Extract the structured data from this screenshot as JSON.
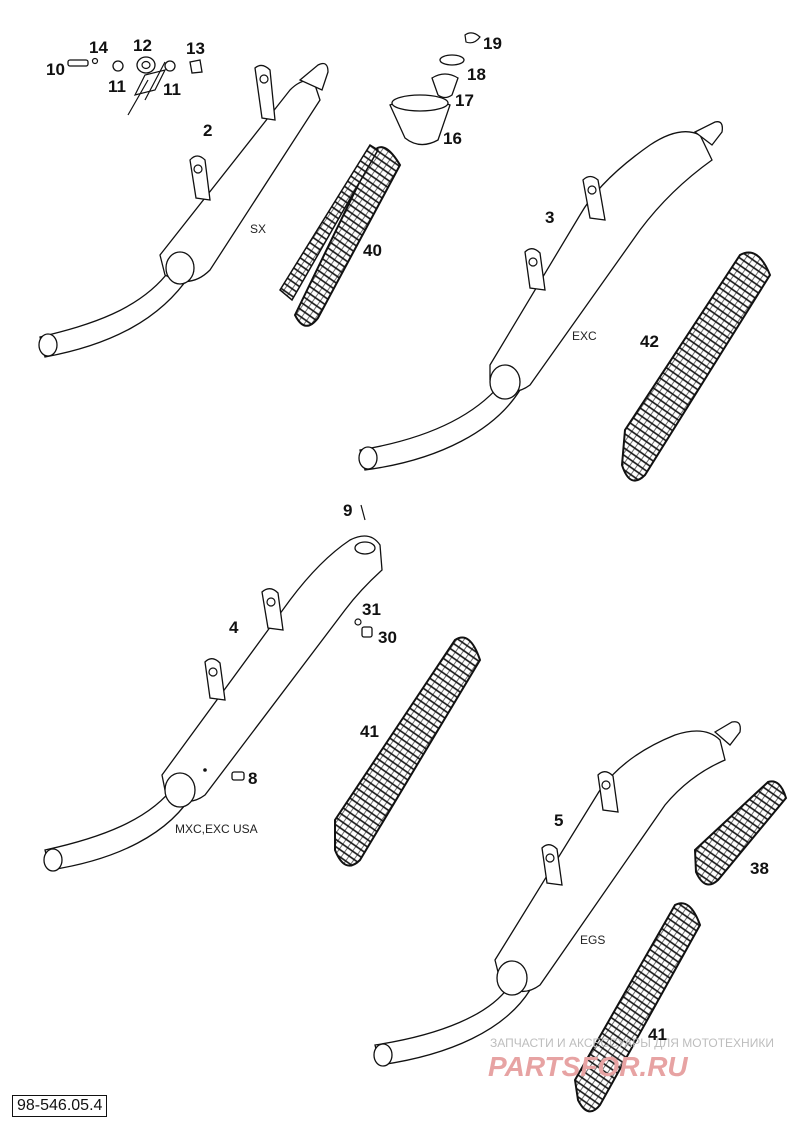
{
  "document_id": "98-546.05.4",
  "watermark": {
    "line1": "ЗАПЧАСТИ И АКСЕССУАРЫ ДЛЯ МОТОТЕХНИКИ",
    "line2": "PARTSFOR.RU"
  },
  "mufflers": [
    {
      "ref": "2",
      "variant": "SX"
    },
    {
      "ref": "3",
      "variant": "EXC"
    },
    {
      "ref": "4",
      "variant": "MXC,EXC USA"
    },
    {
      "ref": "5",
      "variant": "EGS"
    }
  ],
  "packings": [
    {
      "ref": "40"
    },
    {
      "ref": "42"
    },
    {
      "ref": "41"
    },
    {
      "ref": "38"
    },
    {
      "ref": "41"
    }
  ],
  "small_parts": {
    "p10": "10",
    "p14": "14",
    "p12": "12",
    "p13": "13",
    "p11a": "11",
    "p11b": "11",
    "p19": "19",
    "p18": "18",
    "p17": "17",
    "p16": "16",
    "p9": "9",
    "p31": "31",
    "p30": "30",
    "p8": "8"
  }
}
